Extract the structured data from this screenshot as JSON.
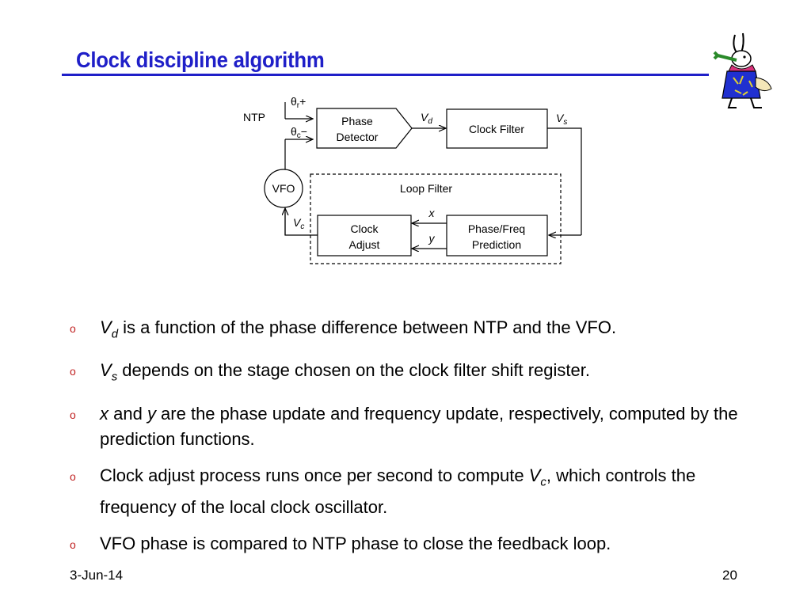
{
  "slide": {
    "title": "Clock discipline algorithm",
    "date": "3-Jun-14",
    "page_number": "20",
    "title_color": "#1f1fc8",
    "bullet_color": "#c02020",
    "logo_icon": "white-rabbit-icon"
  },
  "diagram": {
    "ntp_label": "NTP",
    "theta_r": "θ",
    "theta_r_sub": "r",
    "theta_r_sign": "+",
    "theta_c": "θ",
    "theta_c_sub": "c",
    "theta_c_sign": "−",
    "phase_detector_line1": "Phase",
    "phase_detector_line2": "Detector",
    "vd_base": "V",
    "vd_sub": "d",
    "clock_filter": "Clock Filter",
    "vs_base": "V",
    "vs_sub": "s",
    "vfo": "VFO",
    "loop_filter": "Loop Filter",
    "vc_base": "V",
    "vc_sub": "c",
    "clock_adjust_line1": "Clock",
    "clock_adjust_line2": "Adjust",
    "x_label": "x",
    "y_label": "y",
    "prediction_line1": "Phase/Freq",
    "prediction_line2": "Prediction"
  },
  "bullets": [
    {
      "marker": "o",
      "var": "V",
      "sub": "d",
      "text": " is a function of the phase difference between NTP and the VFO."
    },
    {
      "marker": "o",
      "var": "V",
      "sub": "s",
      "text": " depends on the stage chosen on the clock filter shift register."
    },
    {
      "marker": "o",
      "var1": "x",
      "mid": " and ",
      "var2": "y",
      "text": " are the phase update and frequency update, respectively, computed by the prediction functions."
    },
    {
      "marker": "o",
      "pre": "Clock adjust process runs once per second to compute ",
      "var": "V",
      "sub": "c",
      "text": ", which controls the frequency of the local clock oscillator."
    },
    {
      "marker": "o",
      "text": "VFO phase is compared to NTP phase to close the feedback loop."
    }
  ]
}
